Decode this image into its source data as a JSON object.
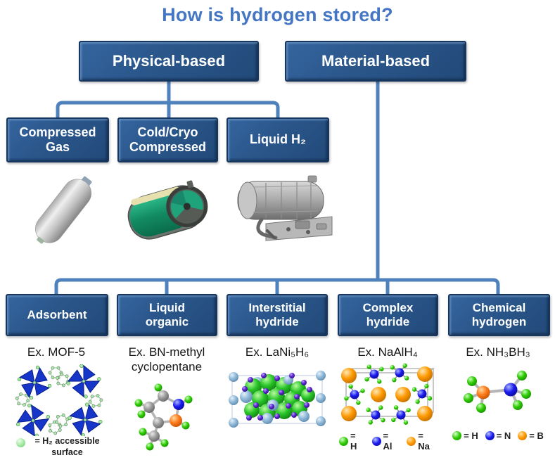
{
  "title": "How is hydrogen stored?",
  "root": {
    "physical_label": "Physical-based",
    "material_label": "Material-based"
  },
  "physical_children": [
    {
      "label": "Compressed Gas"
    },
    {
      "label": "Cold/Cryo Compressed"
    },
    {
      "label": "Liquid H₂"
    }
  ],
  "material_children": [
    {
      "label": "Adsorbent",
      "example": "Ex. MOF-5"
    },
    {
      "label": "Liquid organic",
      "example": "Ex. BN-methyl cyclopentane"
    },
    {
      "label": "Interstitial hydride",
      "example": "Ex. LaNi₅H₆"
    },
    {
      "label": "Complex hydride",
      "example": "Ex. NaAlH₄"
    },
    {
      "label": "Chemical hydrogen",
      "example": "Ex. NH₃BH₃"
    }
  ],
  "legends": {
    "mof": {
      "text": "= H₂ accessible surface"
    },
    "naalh4": [
      {
        "symbol": "= H"
      },
      {
        "symbol": "= Al"
      },
      {
        "symbol": "= Na"
      }
    ],
    "nh3bh3": [
      {
        "symbol": "= H"
      },
      {
        "symbol": "= N"
      },
      {
        "symbol": "= B"
      }
    ]
  },
  "icons": {
    "compressed_gas_tank": "gray-cylinder-tank-image",
    "cryo_compressed_tank": "green-cutaway-cryo-tank-image",
    "liquid_h2_tank": "liquid-h2-tank-assembly-image",
    "mof5_structure": "mof5-crystal-structure-image",
    "bn_methylcyclopentane": "ball-and-stick-molecule-image",
    "lani5h6_structure": "sphere-cluster-crystal-image",
    "naalh4_structure": "unit-cell-structure-image",
    "nh3bh3_structure": "ammonia-borane-molecule-image"
  },
  "colors": {
    "title_blue": "#4576c4",
    "box_fill": "#2b578c",
    "box_border": "#17375e",
    "connector_blue": "#4f81bd",
    "h_green": "#2ecc00",
    "al_n_blue": "#1a1aee",
    "na_b_orange": "#ff9900",
    "mof_pale_green": "#9fe89f",
    "mof_cluster_blue": "#1636c9"
  }
}
